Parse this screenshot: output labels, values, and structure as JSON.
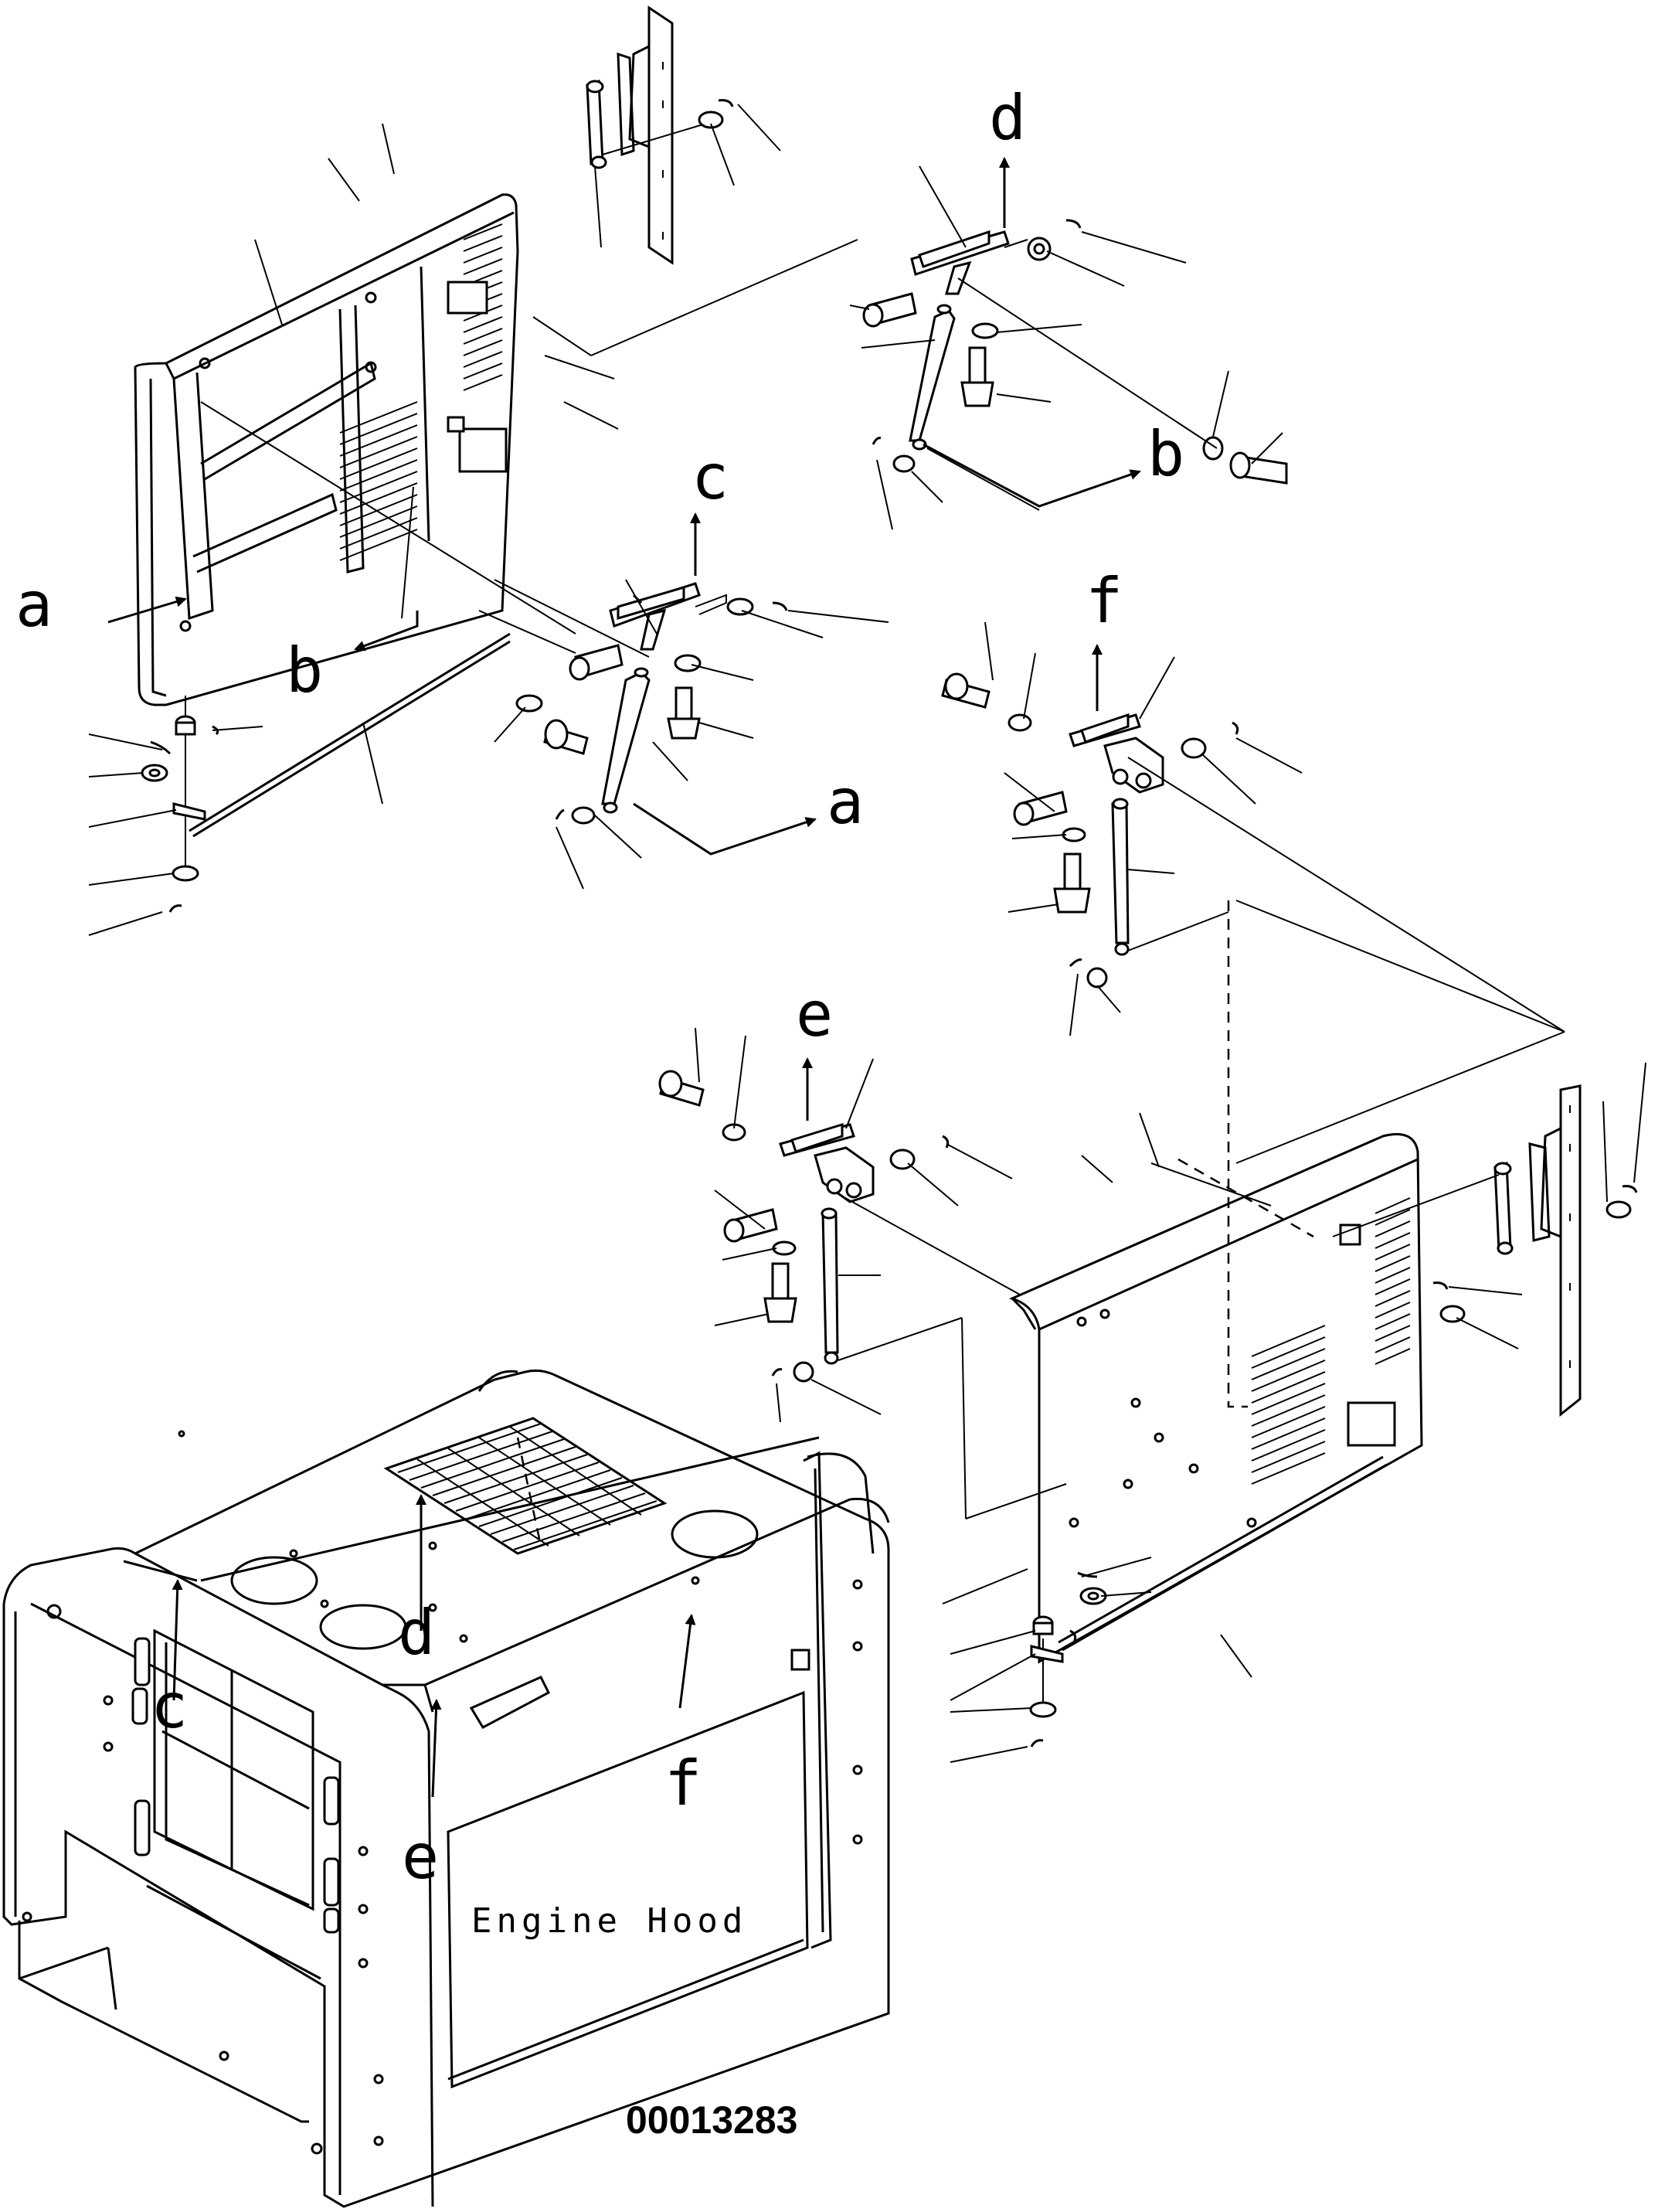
{
  "callouts": {
    "a_left": "a",
    "b_left": "b",
    "c_top": "c",
    "d_top": "d",
    "b_right": "b",
    "a_right": "a",
    "f_top": "f",
    "e_top": "e",
    "d_hood": "d",
    "c_hood": "c",
    "e_hood": "e",
    "f_hood": "f"
  },
  "caption": "Engine Hood",
  "drawing_number": "00013283"
}
